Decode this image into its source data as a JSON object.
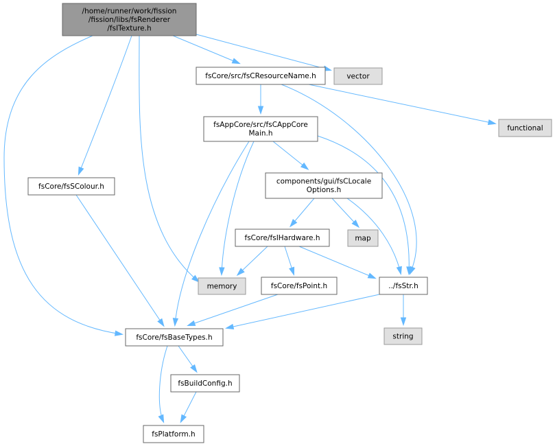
{
  "colors": {
    "background": "#ffffff",
    "edge": "#63b8ff",
    "root_fill": "#999999",
    "root_stroke": "#666666",
    "node_fill": "#ffffff",
    "node_stroke": "#666666",
    "system_fill": "#e0e0e0",
    "system_stroke": "#999999"
  },
  "nodes": [
    {
      "id": "root",
      "kind": "root",
      "lines": [
        "/home/runner/work/fission",
        "/fission/libs/fsRenderer",
        "/fsITexture.h"
      ]
    },
    {
      "id": "vector",
      "kind": "system",
      "lines": [
        "vector"
      ]
    },
    {
      "id": "resname",
      "kind": "file",
      "lines": [
        "fsCore/src/fsCResourceName.h"
      ]
    },
    {
      "id": "functional",
      "kind": "system",
      "lines": [
        "functional"
      ]
    },
    {
      "id": "appcore",
      "kind": "file",
      "lines": [
        "fsAppCore/src/fsCAppCore",
        "Main.h"
      ]
    },
    {
      "id": "scolour",
      "kind": "file",
      "lines": [
        "fsCore/fsSColour.h"
      ]
    },
    {
      "id": "locale",
      "kind": "file",
      "lines": [
        "components/gui/fsCLocale",
        "Options.h"
      ]
    },
    {
      "id": "map",
      "kind": "system",
      "lines": [
        "map"
      ]
    },
    {
      "id": "hardware",
      "kind": "file",
      "lines": [
        "fsCore/fsIHardware.h"
      ]
    },
    {
      "id": "memory",
      "kind": "system",
      "lines": [
        "memory"
      ]
    },
    {
      "id": "point",
      "kind": "file",
      "lines": [
        "fsCore/fsPoint.h"
      ]
    },
    {
      "id": "fsstr",
      "kind": "file",
      "lines": [
        "../fsStr.h"
      ]
    },
    {
      "id": "string",
      "kind": "system",
      "lines": [
        "string"
      ]
    },
    {
      "id": "basetypes",
      "kind": "file",
      "lines": [
        "fsCore/fsBaseTypes.h"
      ]
    },
    {
      "id": "buildconfig",
      "kind": "file",
      "lines": [
        "fsBuildConfig.h"
      ]
    },
    {
      "id": "platform",
      "kind": "file",
      "lines": [
        "fsPlatform.h"
      ]
    }
  ],
  "edges": [
    {
      "from": "root",
      "to": "resname"
    },
    {
      "from": "root",
      "to": "vector"
    },
    {
      "from": "root",
      "to": "scolour"
    },
    {
      "from": "root",
      "to": "memory"
    },
    {
      "from": "root",
      "to": "basetypes"
    },
    {
      "from": "resname",
      "to": "appcore"
    },
    {
      "from": "resname",
      "to": "functional"
    },
    {
      "from": "resname",
      "to": "fsstr"
    },
    {
      "from": "appcore",
      "to": "locale"
    },
    {
      "from": "appcore",
      "to": "memory"
    },
    {
      "from": "appcore",
      "to": "basetypes"
    },
    {
      "from": "appcore",
      "to": "fsstr"
    },
    {
      "from": "scolour",
      "to": "basetypes"
    },
    {
      "from": "locale",
      "to": "hardware"
    },
    {
      "from": "locale",
      "to": "map"
    },
    {
      "from": "locale",
      "to": "fsstr"
    },
    {
      "from": "hardware",
      "to": "memory"
    },
    {
      "from": "hardware",
      "to": "point"
    },
    {
      "from": "hardware",
      "to": "fsstr"
    },
    {
      "from": "point",
      "to": "basetypes"
    },
    {
      "from": "fsstr",
      "to": "basetypes"
    },
    {
      "from": "fsstr",
      "to": "string"
    },
    {
      "from": "basetypes",
      "to": "buildconfig"
    },
    {
      "from": "basetypes",
      "to": "platform"
    },
    {
      "from": "buildconfig",
      "to": "platform"
    }
  ]
}
